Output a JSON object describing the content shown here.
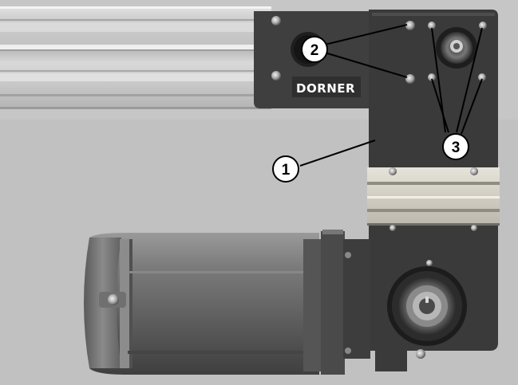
{
  "photo": {
    "logo_text": "DORNER",
    "callouts": [
      {
        "id": "1",
        "label": "1"
      },
      {
        "id": "2",
        "label": "2"
      },
      {
        "id": "3",
        "label": "3"
      }
    ]
  },
  "colors": {
    "background": "#c4c4c4",
    "plate": "#3e3e3e",
    "motor": "#6d6d6d",
    "rail": "#bdbdbd"
  }
}
